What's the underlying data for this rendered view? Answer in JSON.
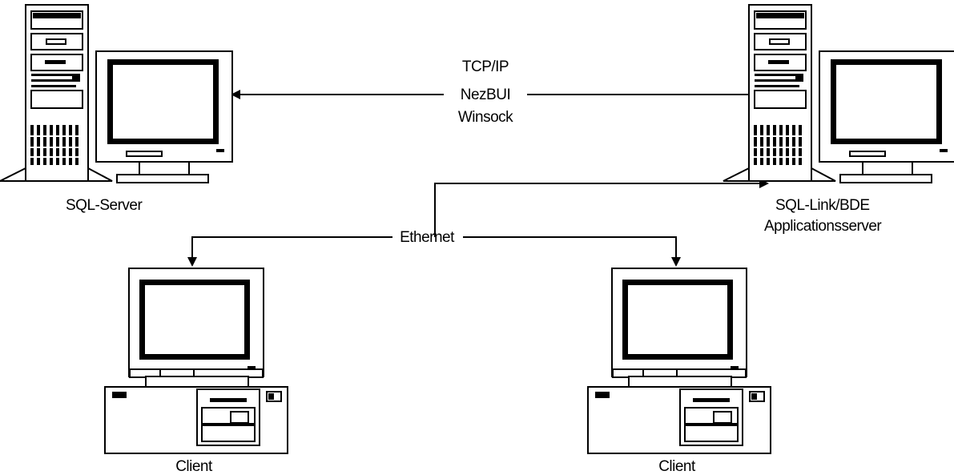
{
  "nodes": {
    "sql_server": {
      "label": "SQL-Server"
    },
    "app_server": {
      "label_line1": "SQL-Link/BDE",
      "label_line2": "Applicationsserver"
    },
    "client_left": {
      "label": "Client"
    },
    "client_right": {
      "label": "Client"
    }
  },
  "links": {
    "protocols": [
      "TCP/IP",
      "NezBUI",
      "Winsock"
    ],
    "network": "Ethernet"
  }
}
